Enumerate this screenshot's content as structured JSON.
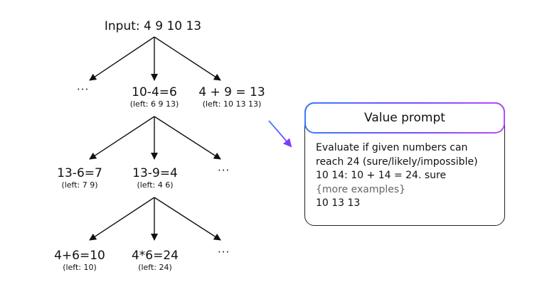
{
  "input": "Input: 4 9 10 13",
  "level1": {
    "dots": "···",
    "middle": {
      "eq": "10-4=6",
      "left": "(left: 6 9 13)"
    },
    "right": {
      "eq": "4 + 9 = 13",
      "left": "(left: 10 13 13)"
    }
  },
  "level2": {
    "a": {
      "eq": "13-6=7",
      "left": "(left: 7 9)"
    },
    "b": {
      "eq": "13-9=4",
      "left": "(left: 4 6)"
    },
    "dots": "···"
  },
  "level3": {
    "a": {
      "eq": "4+6=10",
      "left": "(left: 10)"
    },
    "b": {
      "eq": "4*6=24",
      "left": "(left: 24)"
    },
    "dots": "···"
  },
  "card": {
    "title": "Value prompt",
    "lines": [
      "Evaluate if given numbers can",
      "reach 24 (sure/likely/impossible)",
      "10 14: 10 + 14 = 24. sure",
      "{more examples}",
      "10 13 13"
    ]
  },
  "colors": {
    "arrow_blue": "#3a7bff",
    "arrow_purple": "#7a3cff"
  }
}
